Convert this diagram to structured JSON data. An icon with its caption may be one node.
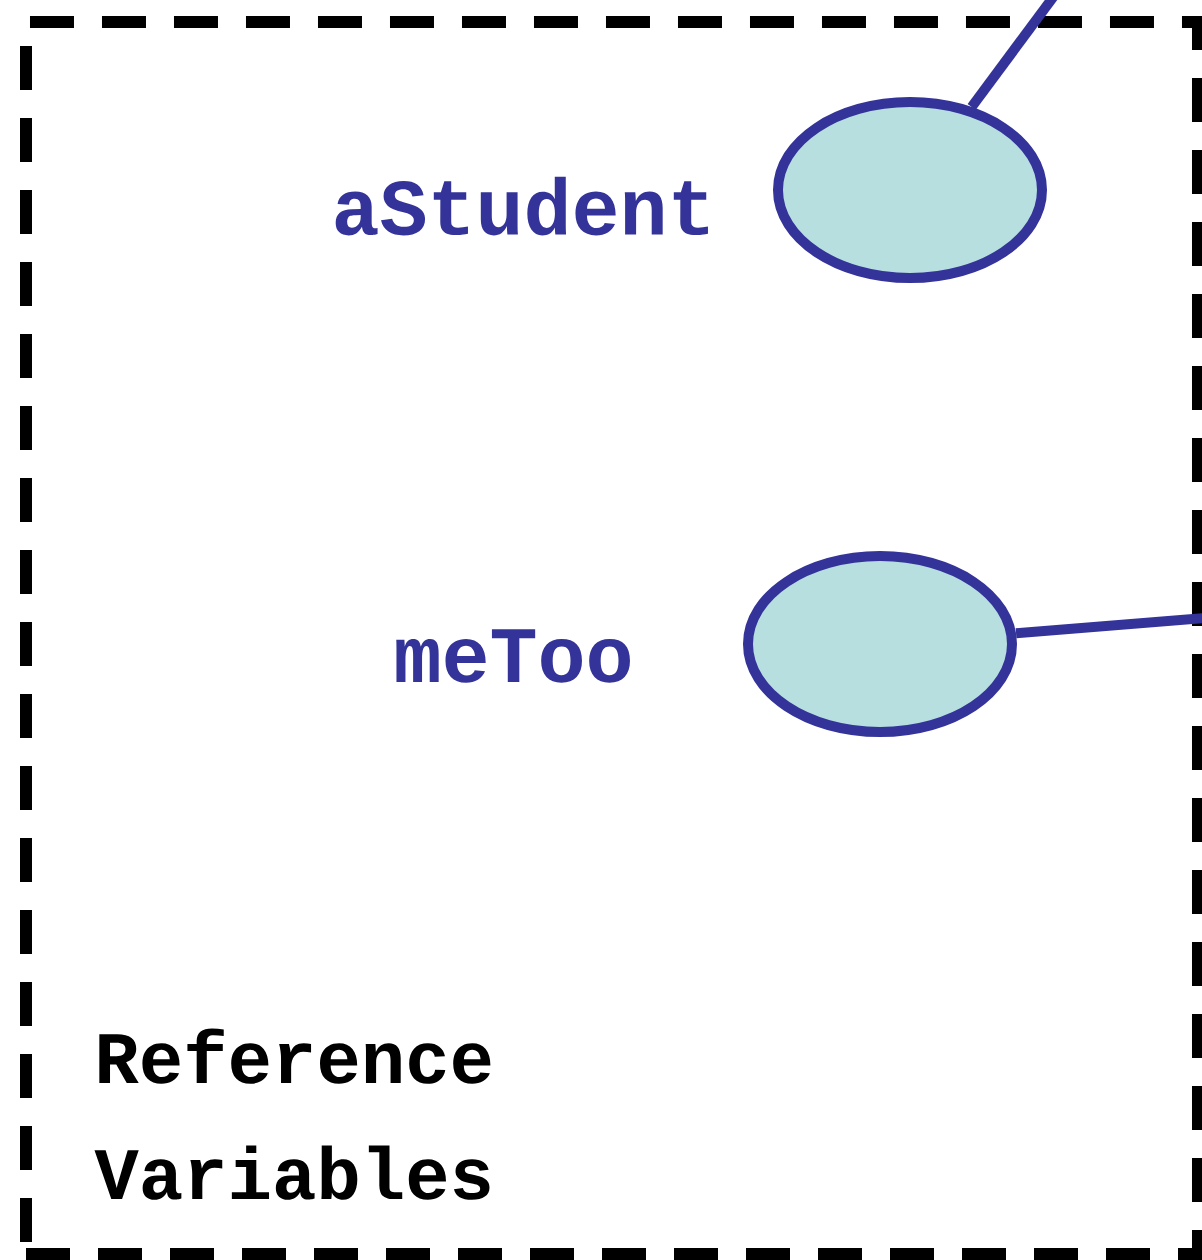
{
  "diagram": {
    "nodes": [
      {
        "text": [
          "Reference Variables"
        ]
      },
      {
        "text": [],
        "shape": "circle",
        "in": 0,
        "beside": [
          "aStudent"
        ]
      },
      {
        "text": [],
        "shape": "circle",
        "in": 0,
        "beside": [
          "meToo"
        ]
      }
    ],
    "edges": [
      {
        "from": 1,
        "to": null,
        "arrow": "none"
      },
      {
        "from": 2,
        "to": null,
        "arrow": "none"
      }
    ]
  }
}
